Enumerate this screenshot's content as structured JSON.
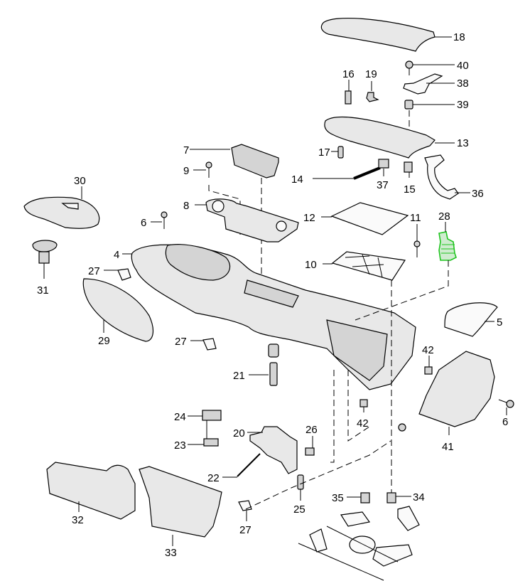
{
  "diagram": {
    "title": "Center console exploded view",
    "highlight_color": "#1fc41f",
    "callouts": {
      "c4": "4",
      "c5": "5",
      "c6a": "6",
      "c6b": "6",
      "c7": "7",
      "c8": "8",
      "c9": "9",
      "c10": "10",
      "c11": "11",
      "c12": "12",
      "c13": "13",
      "c14": "14",
      "c15": "15",
      "c16": "16",
      "c17": "17",
      "c18": "18",
      "c19": "19",
      "c20": "20",
      "c21": "21",
      "c22": "22",
      "c23": "23",
      "c24": "24",
      "c25": "25",
      "c26": "26",
      "c27a": "27",
      "c27b": "27",
      "c27c": "27",
      "c28": "28",
      "c29": "29",
      "c30": "30",
      "c31": "31",
      "c32": "32",
      "c33": "33",
      "c34": "34",
      "c35": "35",
      "c36": "36",
      "c37": "37",
      "c38": "38",
      "c39": "39",
      "c40": "40",
      "c41": "41",
      "c42a": "42",
      "c42b": "42"
    },
    "highlighted_part": "28"
  }
}
